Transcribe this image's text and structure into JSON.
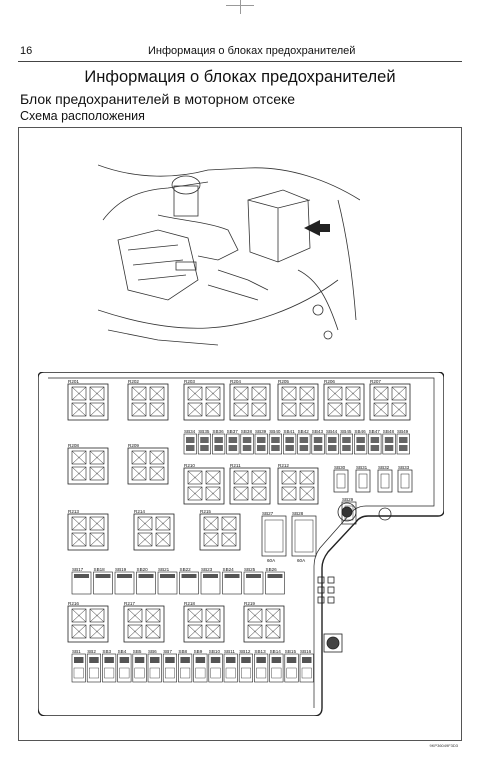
{
  "page": {
    "number": "16",
    "running_header": "Информация о блоках предохранителей",
    "title": "Информация о блоках предохранителей",
    "section": "Блок предохранителей в моторном отсеке",
    "subsection": "Схема расположения",
    "figure_code": "9KP36049F3D3"
  },
  "relays": [
    "R201",
    "R202",
    "R203",
    "R204",
    "R205",
    "R206",
    "R207",
    "R208",
    "R209",
    "R210",
    "R211",
    "R212",
    "R213",
    "R214",
    "R215",
    "R216",
    "R217",
    "R218",
    "R219"
  ],
  "fuses_top_row": [
    "SB34",
    "SB35",
    "SB36",
    "SB37",
    "SB38",
    "SB39",
    "SB40",
    "SB41",
    "SB42",
    "SB43",
    "SB44",
    "SB45",
    "SB46",
    "SB47",
    "SB48",
    "SB49"
  ],
  "fuses_mid": [
    "SB30",
    "SB31",
    "SB32",
    "SB33",
    "SB27",
    "SB28",
    "SB29"
  ],
  "fuses_big_labels": [
    "60A",
    "60A"
  ],
  "fuses_row2": [
    "SB17",
    "SB18",
    "SB19",
    "SB20",
    "SB21",
    "SB22",
    "SB23",
    "SB24",
    "SB25",
    "SB26"
  ],
  "fuses_bottom": [
    "SB1",
    "SB2",
    "SB3",
    "SB4",
    "SB5",
    "SB6",
    "SB7",
    "SB8",
    "SB9",
    "SB10",
    "SB11",
    "SB12",
    "SB13",
    "SB14",
    "SB15",
    "SB16"
  ],
  "colors": {
    "line": "#222222",
    "fill_dark": "#555555",
    "page": "#ffffff"
  }
}
